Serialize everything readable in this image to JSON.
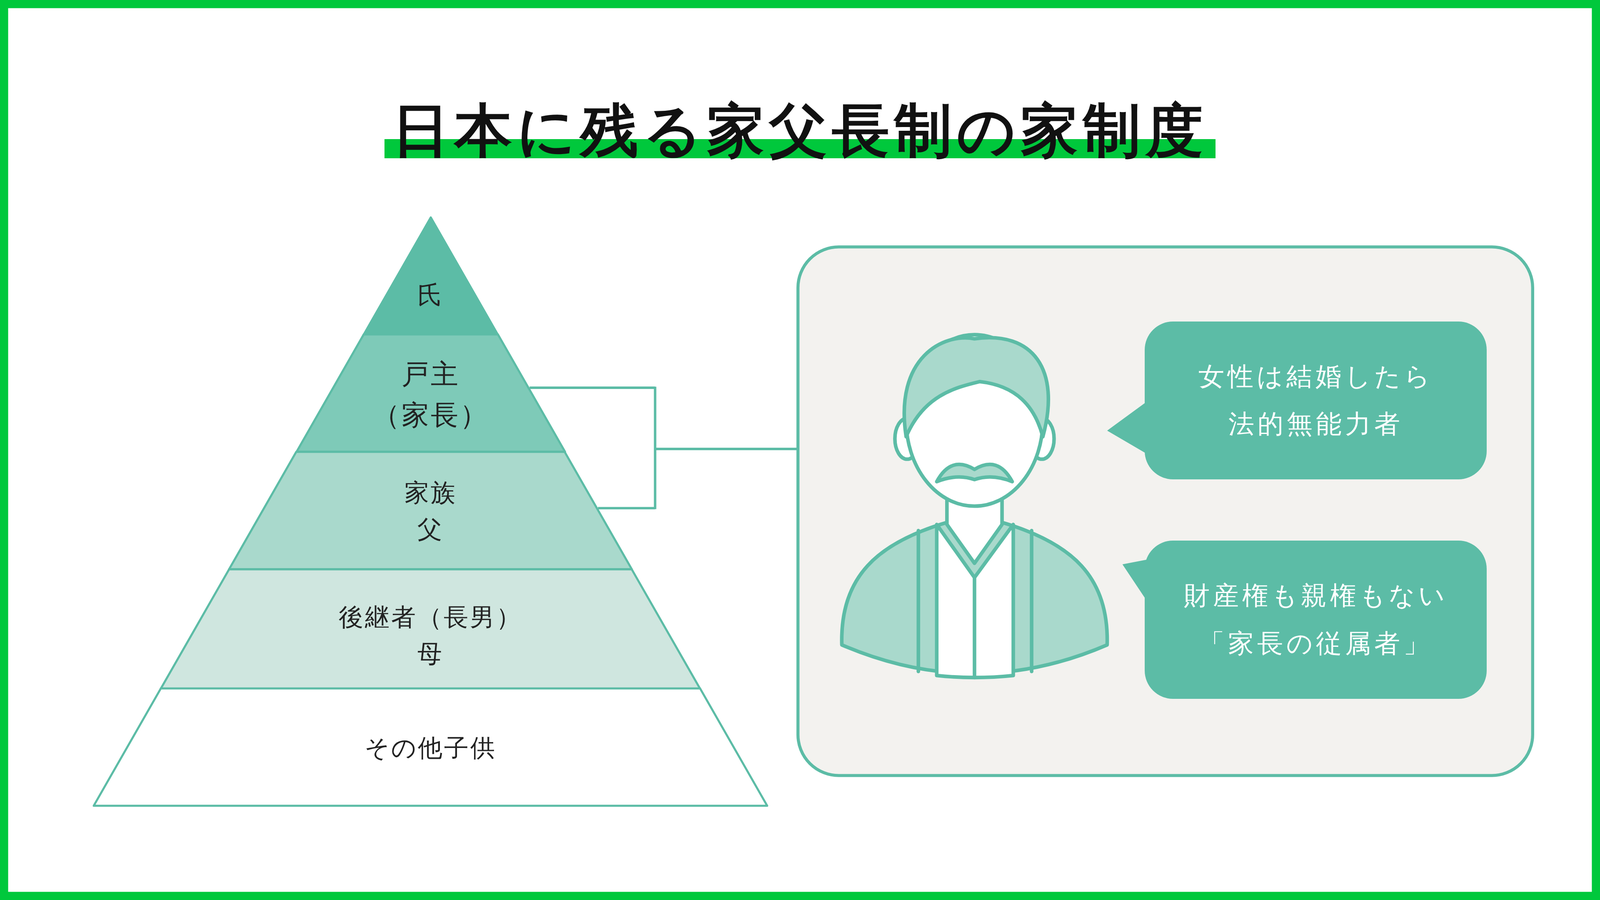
{
  "diagram": {
    "title": "日本に残る家父長制の家制度",
    "nodes": [
      {
        "text": [
          "氏"
        ]
      },
      {
        "text": [
          "戸主 （家長）"
        ]
      },
      {
        "text": [
          "家族",
          "父"
        ]
      },
      {
        "text": [
          "後継者（長男）",
          "母"
        ]
      },
      {
        "text": [
          "その他子供"
        ]
      },
      {
        "text": [
          "女性は結婚したら 法的無能力者"
        ]
      },
      {
        "text": [
          "財産権も親権もない 「家長の従属者」"
        ]
      }
    ]
  }
}
